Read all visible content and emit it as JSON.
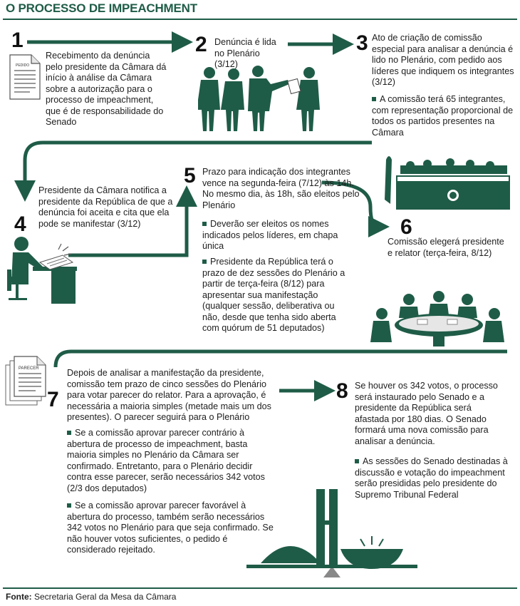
{
  "title": "O PROCESSO DE IMPEACHMENT",
  "colors": {
    "accent": "#1f5c47",
    "arrow": "#1f5c47"
  },
  "steps": [
    {
      "num": "1",
      "text": "Recebimento da denúncia pelo presidente da Câmara dá início à análise da Câmara sobre a autorização para o processo de impeachment, que é de responsabilidade do Senado",
      "doc_label": "PEDIDO"
    },
    {
      "num": "2",
      "text": "Denúncia é lida no Plenário (3/12)"
    },
    {
      "num": "3",
      "text": "Ato de criação de comissão especial para analisar a denúncia é lido no Plenário, com pedido aos líderes que indiquem os integrantes (3/12)",
      "bullets": [
        "A comissão terá 65 integrantes, com representação proporcional de todos os partidos presentes na Câmara"
      ]
    },
    {
      "num": "4",
      "text": "Presidente da Câmara notifica a presidente da República de que a denúncia foi aceita e cita que ela pode se manifestar (3/12)"
    },
    {
      "num": "5",
      "text": "Prazo para indicação dos integrantes vence na segunda-feira (7/12) às 14h. No mesmo dia, às 18h, são eleitos pelo Plenário",
      "bullets": [
        "Deverão ser eleitos os nomes indicados pelos líderes, em chapa única",
        "Presidente da República terá o prazo de dez sessões do Plenário a partir de terça-feira (8/12) para apresentar sua manifestação (qualquer sessão, deliberativa ou não, desde que tenha sido aberta com quórum de 51 deputados)"
      ]
    },
    {
      "num": "6",
      "text": "Comissão elegerá presidente e relator (terça-feira, 8/12)"
    },
    {
      "num": "7",
      "text": "Depois de analisar a manifestação da presidente, comissão tem prazo de cinco sessões do Plenário para votar parecer do relator. Para a aprovação, é necessária a maioria simples (metade mais um dos presentes). O parecer seguirá para o Plenário",
      "bullets": [
        "Se a comissão aprovar parecer contrário à abertura de processo de impeachment, basta maioria simples no Plenário da Câmara ser confirmado. Entretanto, para o Plenário decidir contra esse parecer, serão necessários 342 votos (2/3 dos deputados)",
        "Se a comissão aprovar parecer favorável à abertura do processo, também serão necessários 342 votos no Plenário para que seja confirmado. Se não houver votos suficientes, o pedido é considerado rejeitado."
      ],
      "doc_label": "PARECER"
    },
    {
      "num": "8",
      "text": "Se houver os 342 votos, o processo será instaurado pelo Senado e a presidente da República será afastada por 180 dias. O Senado formará uma nova comissão para analisar a denúncia.",
      "bullets": [
        "As sessões do Senado destinadas à discussão e votação do impeachment serão presididas pelo presidente do Supremo Tribunal Federal"
      ]
    }
  ],
  "source": {
    "label": "Fonte:",
    "text": "Secretaria Geral da Mesa da Câmara"
  }
}
